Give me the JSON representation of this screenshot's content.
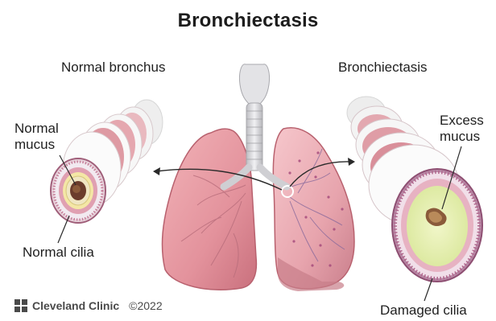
{
  "title": "Bronchiectasis",
  "labels": {
    "normal_bronchus": "Normal bronchus",
    "bronchiectasis": "Bronchiectasis",
    "normal_mucus": "Normal\nmucus",
    "normal_cilia": "Normal cilia",
    "excess_mucus": "Excess\nmucus",
    "damaged_cilia": "Damaged cilia"
  },
  "footer": {
    "brand": "Cleveland Clinic",
    "copyright": "©2022"
  },
  "colors": {
    "lung_pink": "#e79aa3",
    "lung_dark": "#c96a77",
    "airway_white": "#e8e8ea",
    "mucus_green": "#e7efb4",
    "arrow": "#2a2a2a"
  }
}
